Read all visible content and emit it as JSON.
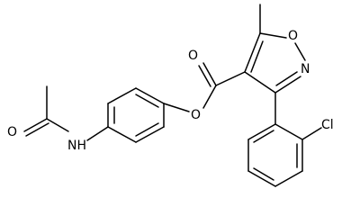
{
  "structure": {
    "atom_labels": {
      "o_acetyl": "O",
      "nh": "NH",
      "o_ester_carbonyl": "O",
      "o_ester_link": "O",
      "o_ring": "O",
      "n_ring": "N",
      "cl": "Cl"
    },
    "colors": {
      "bond": "#000000",
      "text": "#000000",
      "background": "#ffffff"
    }
  }
}
